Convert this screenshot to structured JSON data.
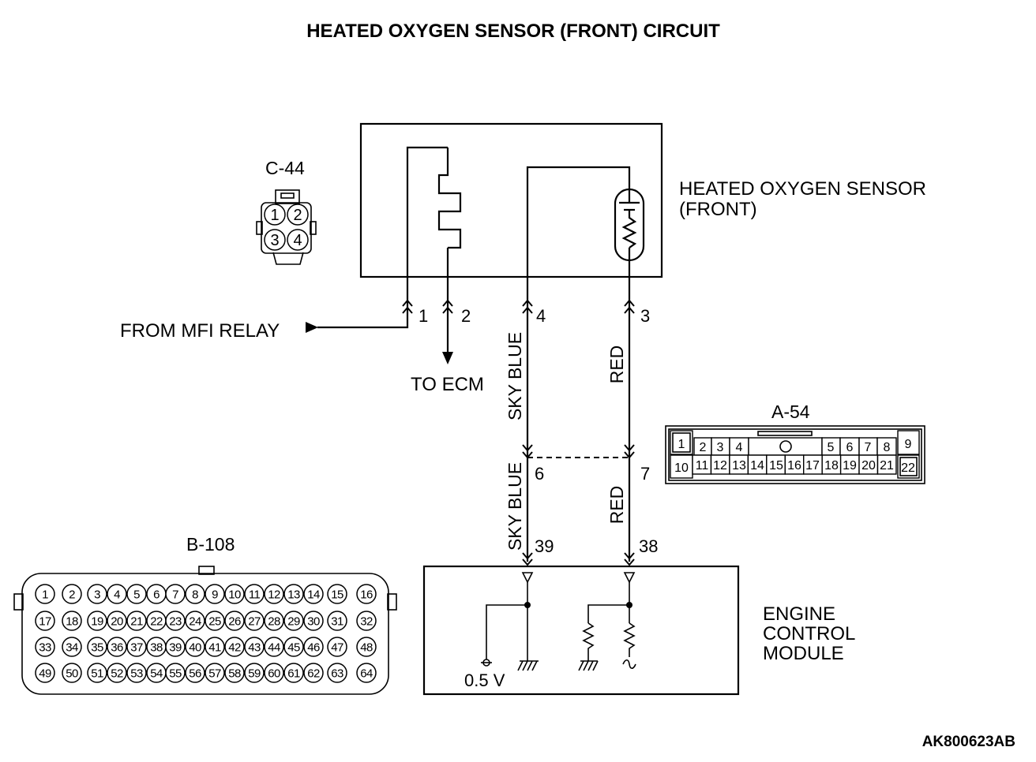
{
  "title": "HEATED OXYGEN SENSOR (FRONT) CIRCUIT",
  "sensor": {
    "label_line1": "HEATED OXYGEN SENSOR",
    "label_line2": "(FRONT)"
  },
  "ecm": {
    "label_line1": "ENGINE",
    "label_line2": "CONTROL",
    "label_line3": "MODULE",
    "reference_voltage": "0.5 V"
  },
  "signals": {
    "from_mfi_relay": "FROM MFI RELAY",
    "to_ecm": "TO ECM"
  },
  "terminals": {
    "sensor_pin_1": "1",
    "sensor_pin_2": "2",
    "sensor_pin_4": "4",
    "sensor_pin_3": "3",
    "junction_pin_6": "6",
    "junction_pin_7": "7",
    "ecm_pin_39": "39",
    "ecm_pin_38": "38"
  },
  "wire_colors": {
    "wire_4_to_6": "SKY BLUE",
    "wire_3_to_7": "RED",
    "wire_6_to_39": "SKY BLUE",
    "wire_7_to_38": "RED"
  },
  "connectors": {
    "c44": {
      "name": "C-44",
      "pins": [
        "1",
        "2",
        "3",
        "4"
      ]
    },
    "a54": {
      "name": "A-54",
      "top_row": [
        "1",
        "2",
        "3",
        "4",
        "5",
        "6",
        "7",
        "8",
        "9"
      ],
      "bottom_row": [
        "10",
        "11",
        "12",
        "13",
        "14",
        "15",
        "16",
        "17",
        "18",
        "19",
        "20",
        "21",
        "22"
      ]
    },
    "b108": {
      "name": "B-108",
      "rows": [
        [
          "1",
          "2",
          "3",
          "4",
          "5",
          "6",
          "7",
          "8",
          "9",
          "10",
          "11",
          "12",
          "13",
          "14",
          "15",
          "16"
        ],
        [
          "17",
          "18",
          "19",
          "20",
          "21",
          "22",
          "23",
          "24",
          "25",
          "26",
          "27",
          "28",
          "29",
          "30",
          "31",
          "32"
        ],
        [
          "33",
          "34",
          "35",
          "36",
          "37",
          "38",
          "39",
          "40",
          "41",
          "42",
          "43",
          "44",
          "45",
          "46",
          "47",
          "48"
        ],
        [
          "49",
          "50",
          "51",
          "52",
          "53",
          "54",
          "55",
          "56",
          "57",
          "58",
          "59",
          "60",
          "61",
          "62",
          "63",
          "64"
        ]
      ]
    }
  },
  "figure_id": "AK800623AB",
  "colors": {
    "line": "#000000",
    "background": "#ffffff"
  }
}
